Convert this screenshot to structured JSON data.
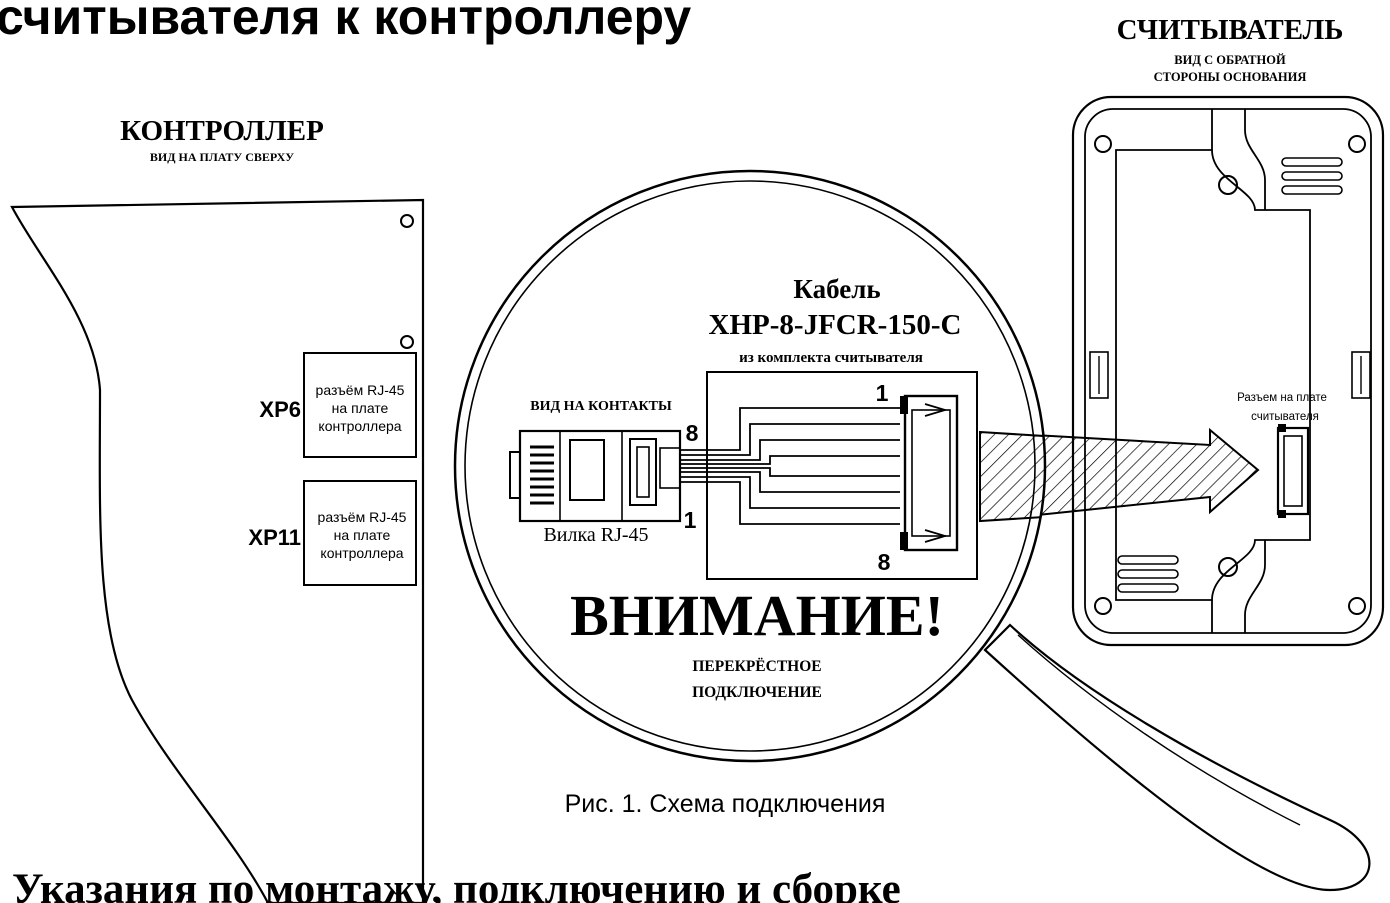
{
  "page": {
    "heading_top": "считывателя к контроллеру",
    "heading_bottom": "Указания по монтажу, подключению и сборке"
  },
  "controller": {
    "title": "КОНТРОЛЛЕР",
    "subtitle": "ВИД НА ПЛАТУ СВЕРХУ",
    "ports": [
      {
        "id": "XP6",
        "lines": [
          "разъём RJ-45",
          "на плате",
          "контроллера"
        ]
      },
      {
        "id": "XP11",
        "lines": [
          "разъём RJ-45",
          "на плате",
          "контроллера"
        ]
      }
    ]
  },
  "reader": {
    "title": "СЧИТЫВАТЕЛЬ",
    "subtitle_1": "ВИД С ОБРАТНОЙ",
    "subtitle_2": "СТОРОНЫ ОСНОВАНИЯ",
    "connector_label_1": "Разъем на плате",
    "connector_label_2": "считывателя"
  },
  "magnifier": {
    "cable_label": "Кабель",
    "cable_model": "XHP-8-JFCR-150-C",
    "cable_note": "из комплекта считывателя",
    "contacts_view": "ВИД НА КОНТАКТЫ",
    "plug_label": "Вилка RJ-45",
    "pin_first": "1",
    "pin_last": "8",
    "warning": "ВНИМАНИЕ!",
    "warning_note_1": "ПЕРЕКРЁСТНОЕ",
    "warning_note_2": "ПОДКЛЮЧЕНИЕ"
  },
  "caption": "Рис. 1. Схема подключения"
}
